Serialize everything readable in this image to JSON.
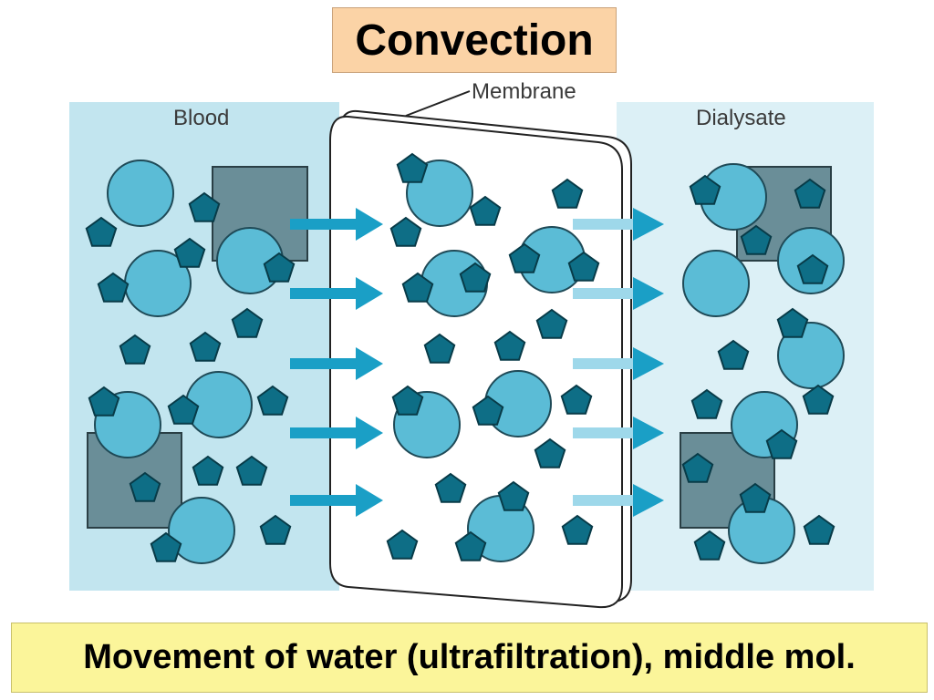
{
  "title": "Convection",
  "caption": "Movement of water (ultrafiltration), middle mol.",
  "labels": {
    "blood": "Blood",
    "membrane": "Membrane",
    "dialysate": "Dialysate"
  },
  "colors": {
    "title_bg": "#fbd3a6",
    "caption_bg": "#fbf59a",
    "blood_bg": "#c2e5ef",
    "dialysate_bg": "#dcf0f6",
    "circle": "#5bbcd6",
    "pentagon": "#0e6e86",
    "square": "#6a8e98",
    "arrow_solid": "#1a9fc6",
    "arrow_light": "#9ed8ea"
  }
}
